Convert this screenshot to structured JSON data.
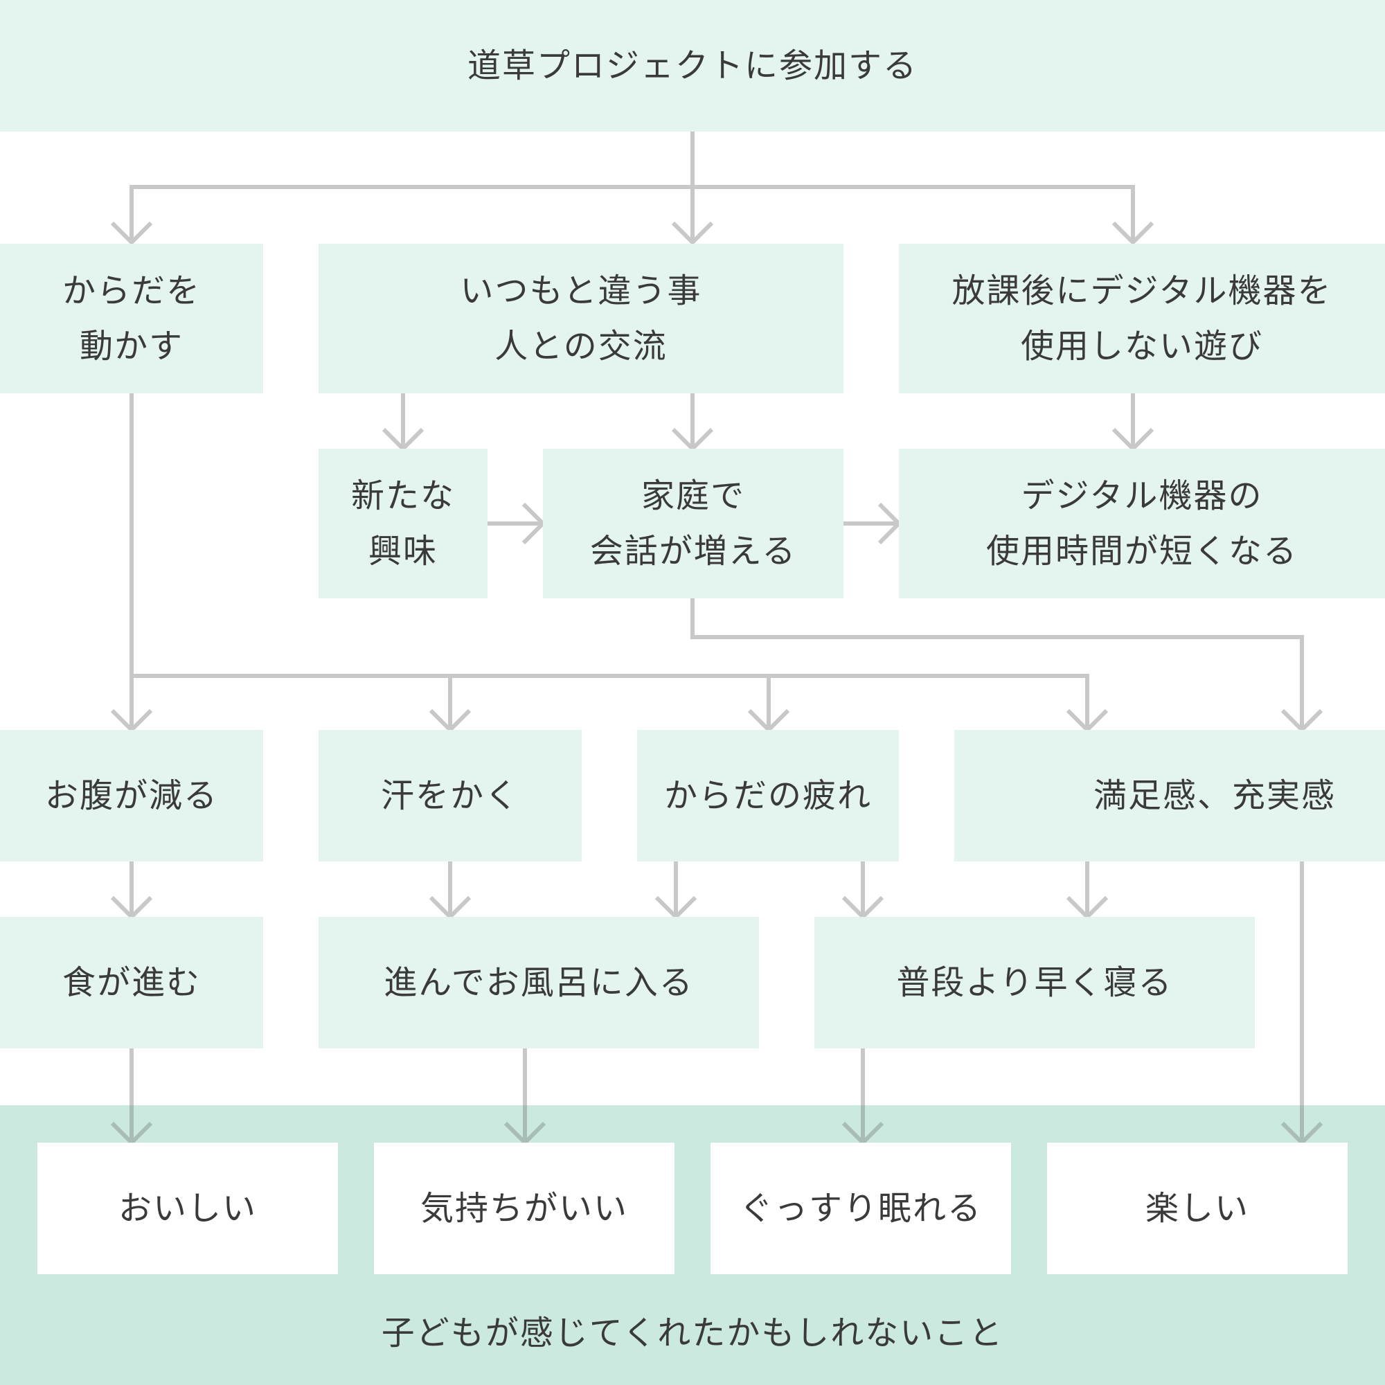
{
  "colors": {
    "node_bg": "#e4f4ef",
    "footer_bg": "#cbe9df",
    "connector": "#c8c8c8",
    "connector_on_footer": "#a9bcb6",
    "text": "#3a3a3a"
  },
  "nodes": {
    "top": {
      "text": "道草プロジェクトに参加する"
    },
    "move_body": {
      "line1": "からだを",
      "line2": "動かす"
    },
    "different": {
      "line1": "いつもと違う事",
      "line2": "人との交流"
    },
    "no_digital": {
      "line1": "放課後にデジタル機器を",
      "line2": "使用しない遊び"
    },
    "new_interest": {
      "line1": "新たな",
      "line2": "興味"
    },
    "family_talk": {
      "line1": "家庭で",
      "line2": "会話が増える"
    },
    "less_digital": {
      "line1": "デジタル機器の",
      "line2": "使用時間が短くなる"
    },
    "hungry": {
      "text": "お腹が減る"
    },
    "sweat": {
      "text": "汗をかく"
    },
    "tired": {
      "text": "からだの疲れ"
    },
    "satisfaction": {
      "text": "満足感、充実感"
    },
    "appetite": {
      "text": "食が進む"
    },
    "bath": {
      "text": "進んでお風呂に入る"
    },
    "early_sleep": {
      "text": "普段より早く寝る"
    }
  },
  "outcomes": [
    {
      "text": "おいしい"
    },
    {
      "text": "気持ちがいい"
    },
    {
      "text": "ぐっすり眠れる"
    },
    {
      "text": "楽しい"
    }
  ],
  "footer": {
    "label": "子どもが感じてくれたかもしれないこと"
  }
}
